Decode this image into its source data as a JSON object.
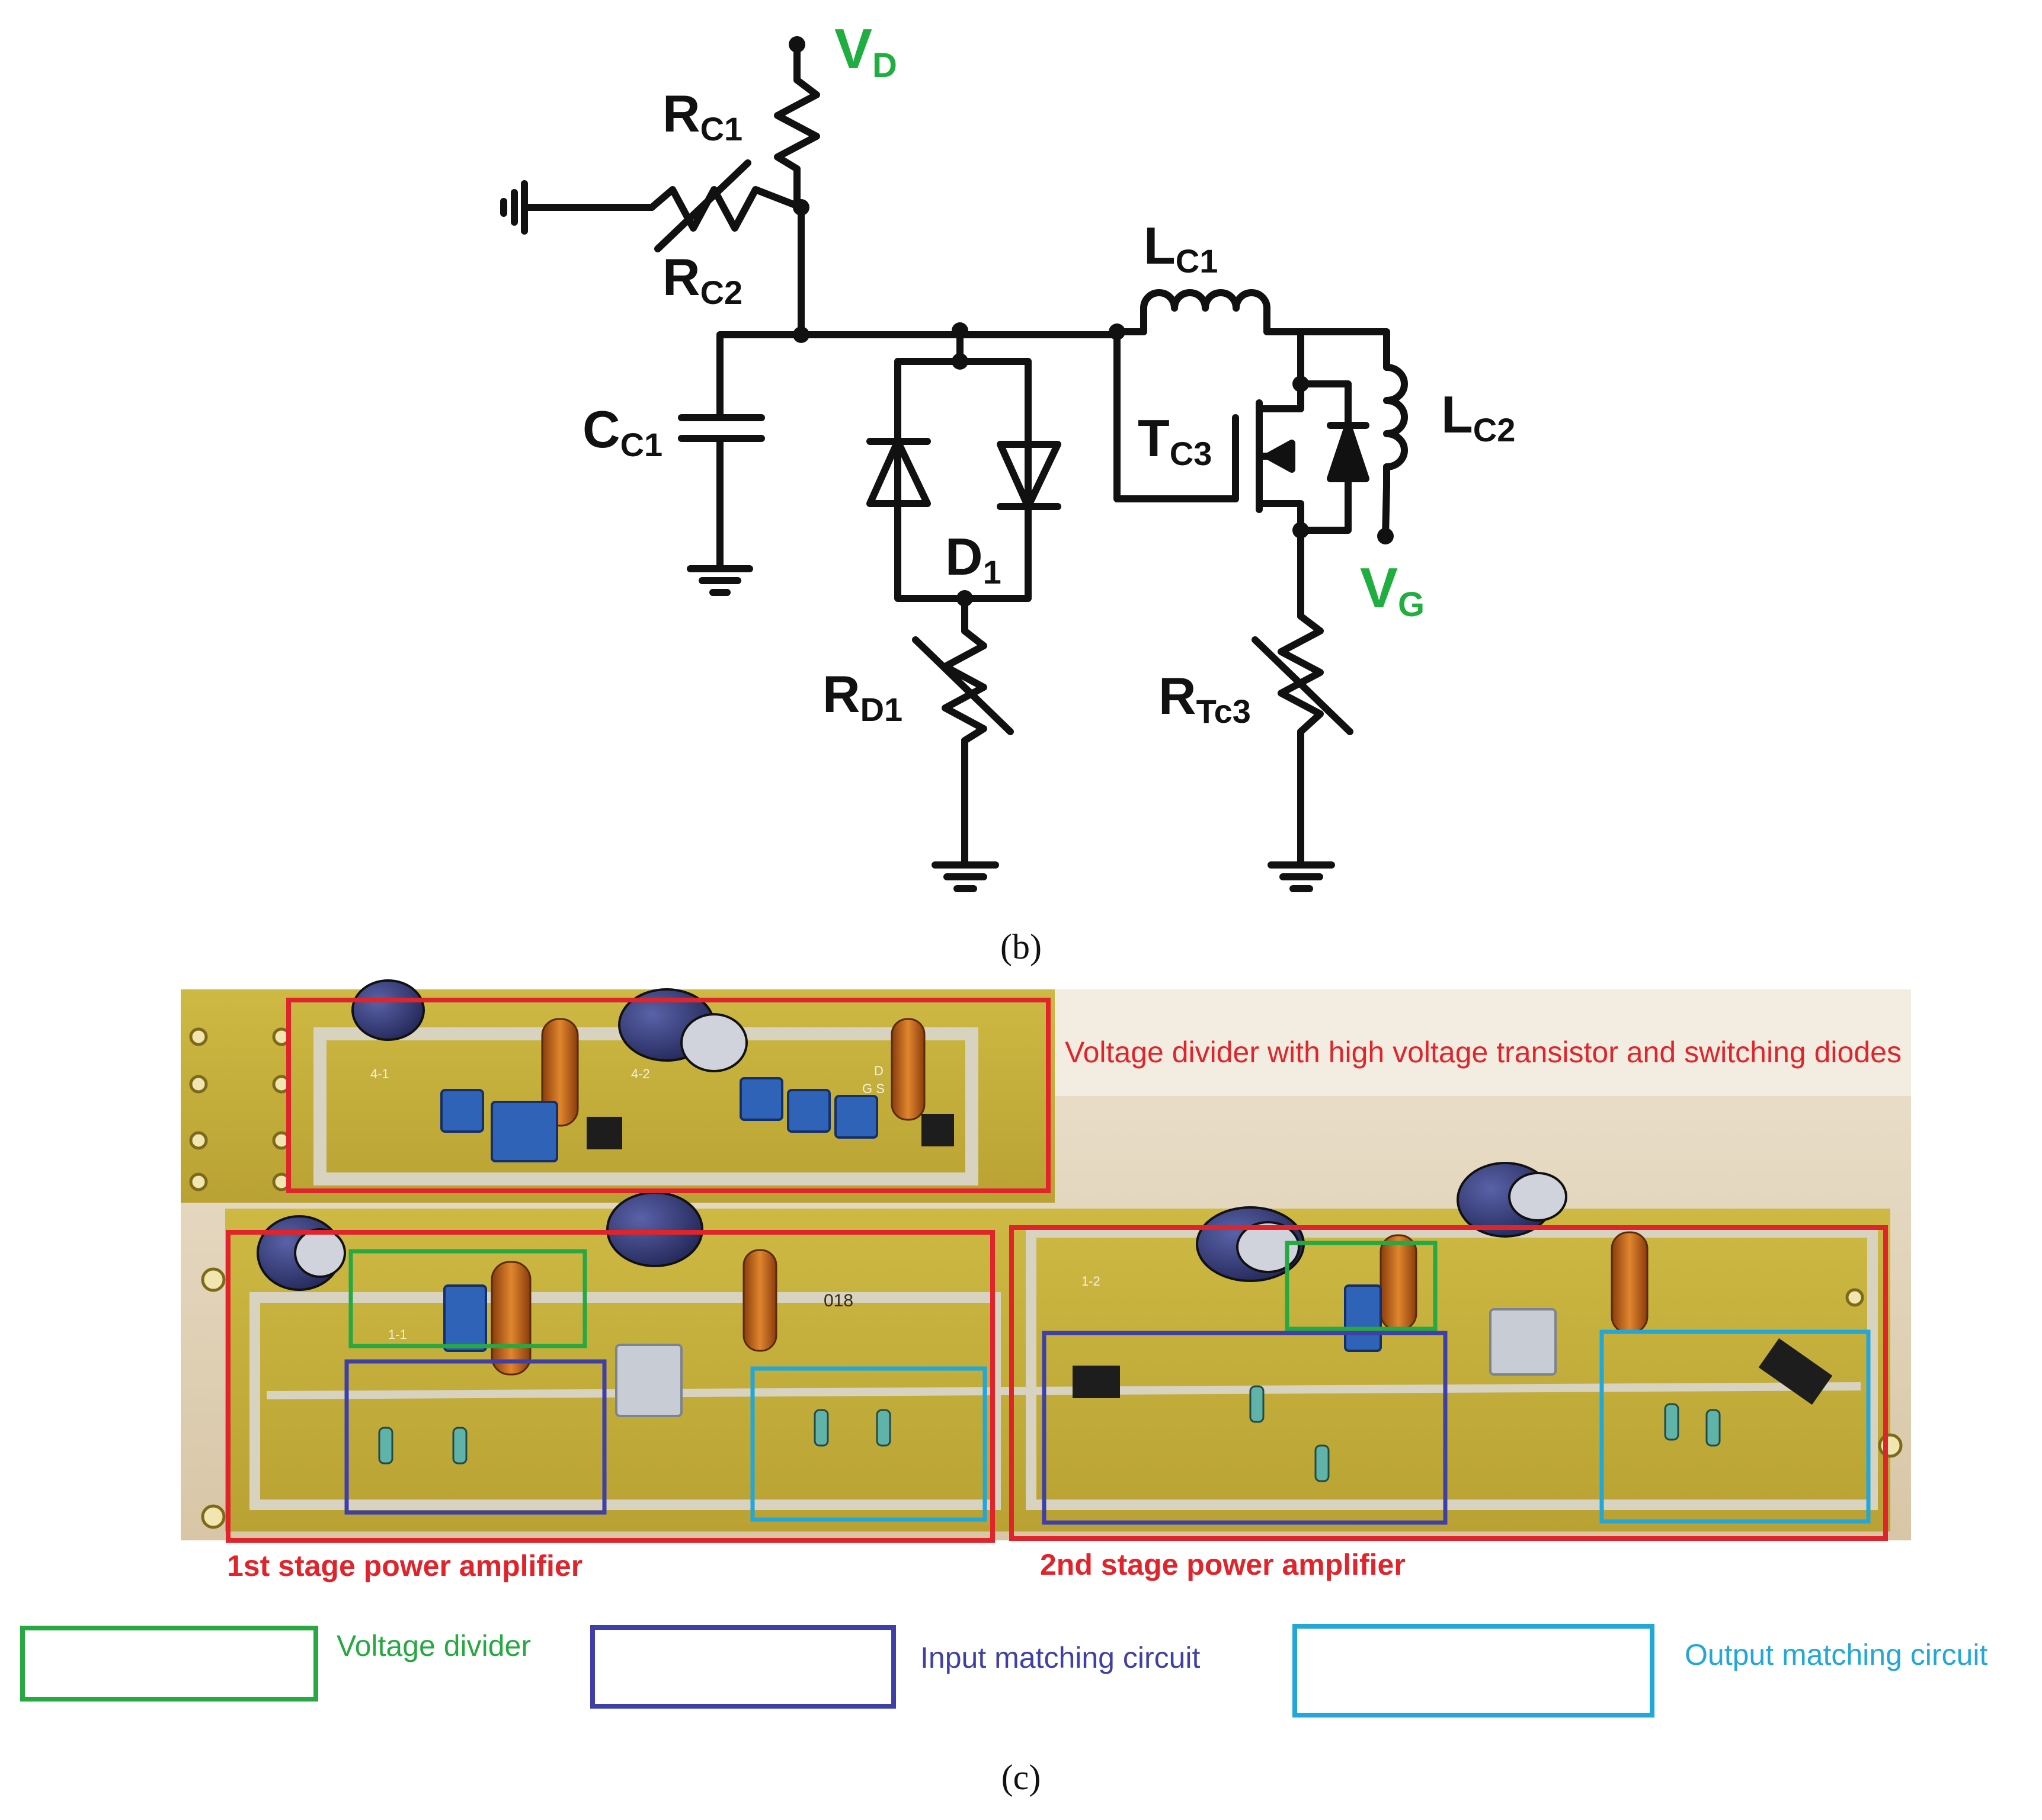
{
  "schematic": {
    "labels": {
      "vd": {
        "main": "V",
        "sub": "D"
      },
      "rc1": {
        "main": "R",
        "sub": "C1"
      },
      "rc2": {
        "main": "R",
        "sub": "C2"
      },
      "lc1": {
        "main": "L",
        "sub": "C1"
      },
      "lc2": {
        "main": "L",
        "sub": "C2"
      },
      "cc1": {
        "main": "C",
        "sub": "C1"
      },
      "tc3": {
        "main": "T",
        "sub": "C3"
      },
      "d1": {
        "main": "D",
        "sub": "1"
      },
      "vg": {
        "main": "V",
        "sub": "G"
      },
      "rd1": {
        "main": "R",
        "sub": "D1"
      },
      "rtc3": {
        "main": "R",
        "sub": "Tc3"
      }
    },
    "caption": "(b)"
  },
  "photo": {
    "annotations": {
      "top_box": "Voltage divider with high voltage transistor and switching diodes",
      "stage1": "1st stage power amplifier",
      "stage2": "2nd stage power amplifier"
    },
    "board_marks": [
      "4-1",
      "4-2",
      "1-1",
      "1-2",
      "D",
      "G S",
      "018"
    ],
    "caption": "(c)"
  },
  "legend": {
    "items": [
      {
        "label": "Voltage divider",
        "color": "#27a843"
      },
      {
        "label": "Input matching circuit",
        "color": "#3f3fa8"
      },
      {
        "label": "Output matching circuit",
        "color": "#22a7d6"
      }
    ]
  },
  "colors": {
    "wire": "#111111",
    "supply_label": "#1fae3f",
    "stage_box": "#e0242b",
    "board": "#c9b43a",
    "capacitor": "#2a2f6e",
    "inductor": "#c9651b",
    "trimmer": "#2e63b8"
  }
}
